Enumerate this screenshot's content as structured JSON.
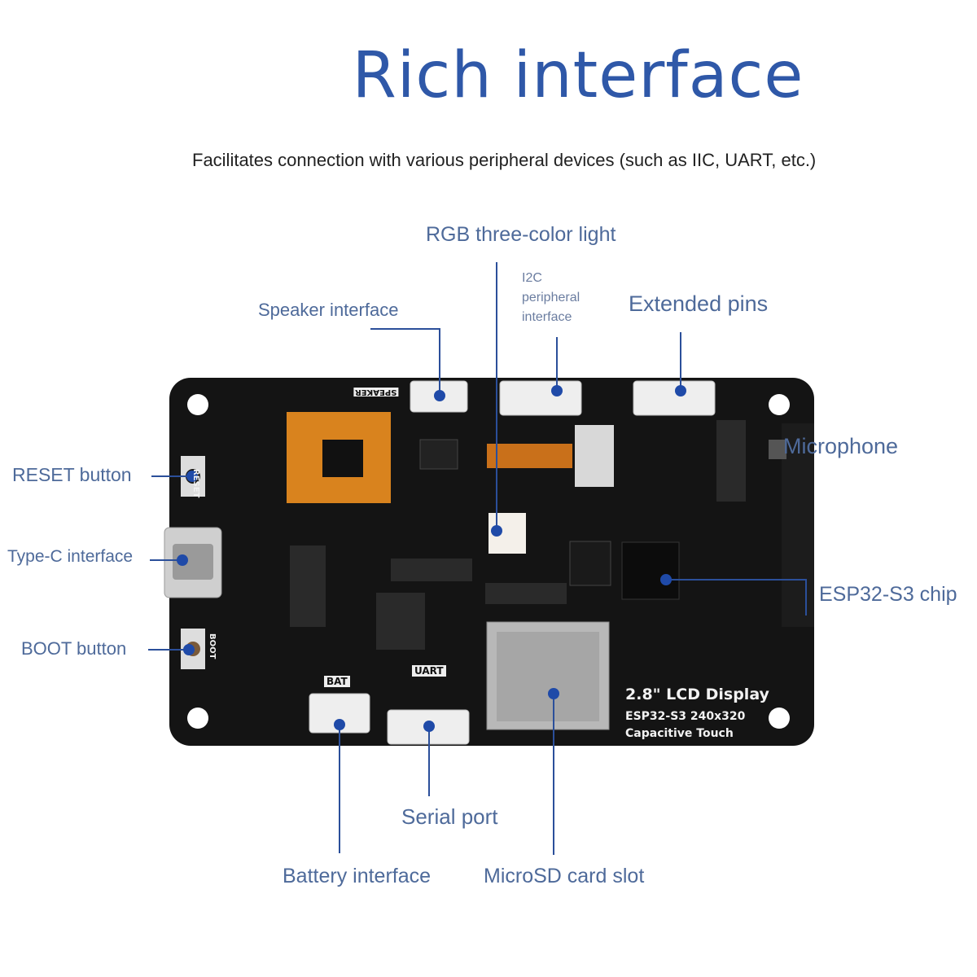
{
  "title": "Rich interface",
  "subtitle": "Facilitates connection with various peripheral devices (such as IIC, UART, etc.)",
  "callouts": {
    "rgb_light": "RGB three-color light",
    "i2c": "I2C\nperipheral\ninterface",
    "extended_pins": "Extended pins",
    "speaker": "Speaker interface",
    "reset": "RESET button",
    "type_c": "Type-C interface",
    "boot": "BOOT button",
    "microphone": "Microphone",
    "esp32": "ESP32-S3 chip",
    "serial": "Serial port",
    "battery": "Battery interface",
    "microsd": "MicroSD card slot"
  },
  "board": {
    "line1": "2.8\" LCD Display",
    "line2": "ESP32-S3  240x320",
    "line3": "Capacitive Touch",
    "bat_label": "BAT",
    "uart_label": "UART",
    "reset_silk": "RESET",
    "boot_silk": "BOOT",
    "speaker_silk": "SPEAKER"
  },
  "colors": {
    "title": "#2f58a8",
    "callout_text": "#4e6a9a",
    "leader_line": "#2b4f9a",
    "dot": "#1f4aa8",
    "pcb": "#141414"
  }
}
